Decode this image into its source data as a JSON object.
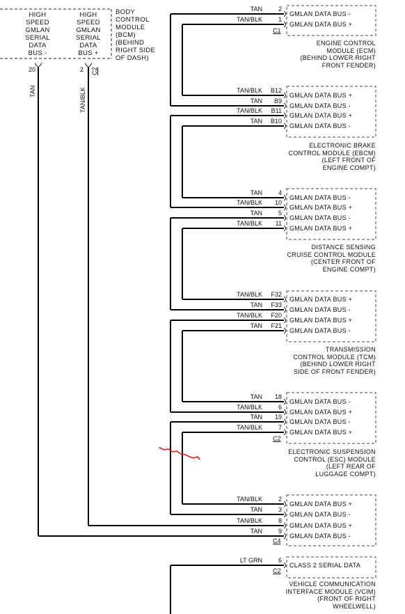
{
  "bcm": {
    "columns": [
      {
        "lines": [
          "HIGH",
          "SPEED",
          "GMLAN",
          "SERIAL",
          "DATA",
          "BUS -"
        ],
        "pin": "20",
        "wire": "TAN"
      },
      {
        "lines": [
          "HIGH",
          "SPEED",
          "GMLAN",
          "SERIAL",
          "DATA",
          "BUS +"
        ],
        "pin": "2",
        "wire": "TAN/BLK",
        "connector": "C2"
      }
    ],
    "desc": [
      "BODY",
      "CONTROL",
      "MODULE",
      "(BCM)",
      "(BEHIND",
      "RIGHT SIDE",
      "OF DASH)"
    ]
  },
  "modules": [
    {
      "name": "ecm",
      "rows": [
        {
          "wire": "TAN",
          "pin": "2",
          "signal": "GMLAN DATA BUS -"
        },
        {
          "wire": "TAN/BLK",
          "pin": "1",
          "signal": "GMLAN DATA BUS +"
        }
      ],
      "connector": "C1",
      "desc": [
        "ENGINE CONTROL",
        "MODULE (ECM)",
        "(BEHIND LOWER RIGHT",
        "FRONT FENDER)"
      ]
    },
    {
      "name": "ebcm",
      "rows": [
        {
          "wire": "TAN/BLK",
          "pin": "B12",
          "signal": "GMLAN DATA BUS +"
        },
        {
          "wire": "TAN",
          "pin": "B9",
          "signal": "GMLAN DATA BUS -"
        },
        {
          "wire": "TAN/BLK",
          "pin": "B11",
          "signal": "GMLAN DATA BUS +"
        },
        {
          "wire": "TAN",
          "pin": "B10",
          "signal": "GMLAN DATA BUS -"
        }
      ],
      "connector": "",
      "desc": [
        "ELECTRONIC BRAKE",
        "CONTROL MODULE (EBCM)",
        "(LEFT FRONT OF",
        "ENGINE COMPT)"
      ]
    },
    {
      "name": "distance-sensing",
      "rows": [
        {
          "wire": "TAN",
          "pin": "4",
          "signal": "GMLAN DATA BUS -"
        },
        {
          "wire": "TAN/BLK",
          "pin": "10",
          "signal": "GMLAN DATA BUS +"
        },
        {
          "wire": "TAN",
          "pin": "5",
          "signal": "GMLAN DATA BUS -"
        },
        {
          "wire": "TAN/BLK",
          "pin": "11",
          "signal": "GMLAN DATA BUS +"
        }
      ],
      "connector": "",
      "desc": [
        "DISTANCE SENSING",
        "CRUISE CONTROL MODULE",
        "(CENTER FRONT OF",
        "ENGINE COMPT)"
      ]
    },
    {
      "name": "tcm",
      "rows": [
        {
          "wire": "TAN/BLK",
          "pin": "F32",
          "signal": "GMLAN DATA BUS +"
        },
        {
          "wire": "TAN",
          "pin": "F33",
          "signal": "GMLAN DATA BUS -"
        },
        {
          "wire": "TAN/BLK",
          "pin": "F20",
          "signal": "GMLAN DATA BUS +"
        },
        {
          "wire": "TAN",
          "pin": "F21",
          "signal": "GMLAN DATA BUS -"
        }
      ],
      "connector": "",
      "desc": [
        "TRANSMISSION",
        "CONTROL MODULE (TCM)",
        "(BEHIND LOWER RIGHT",
        "SIDE OF FRONT FENDER)"
      ]
    },
    {
      "name": "esc",
      "rows": [
        {
          "wire": "TAN",
          "pin": "18",
          "signal": "GMLAN DATA BUS -"
        },
        {
          "wire": "TAN/BLK",
          "pin": "6",
          "signal": "GMLAN DATA BUS +"
        },
        {
          "wire": "TAN",
          "pin": "19",
          "signal": "GMLAN DATA BUS -"
        },
        {
          "wire": "TAN/BLK",
          "pin": "7",
          "signal": "GMLAN DATA BUS +"
        }
      ],
      "connector": "C2",
      "desc": [
        "ELECTRONIC SUSPENSION",
        "CONTROL (ESC) MODULE",
        "(LEFT REAR OF",
        "LUGGAGE COMPT)"
      ]
    },
    {
      "name": "module-c4",
      "rows": [
        {
          "wire": "TAN/BLK",
          "pin": "2",
          "signal": "GMLAN DATA BUS +"
        },
        {
          "wire": "TAN",
          "pin": "3",
          "signal": "GMLAN DATA BUS -"
        },
        {
          "wire": "TAN/BLK",
          "pin": "8",
          "signal": "GMLAN DATA BUS +"
        },
        {
          "wire": "TAN",
          "pin": "9",
          "signal": "GMLAN DATA BUS -"
        }
      ],
      "connector": "C4",
      "desc": []
    },
    {
      "name": "vcim",
      "rows": [
        {
          "wire": "LT GRN",
          "pin": "6",
          "signal": "CLASS 2 SERIAL DATA"
        }
      ],
      "connector": "C2",
      "desc": [
        "VEHICLE COMMUNICATION",
        "INTERFACE MODULE (VCIM)",
        "(FRONT OF RIGHT",
        "WHEELWELL)"
      ]
    }
  ]
}
